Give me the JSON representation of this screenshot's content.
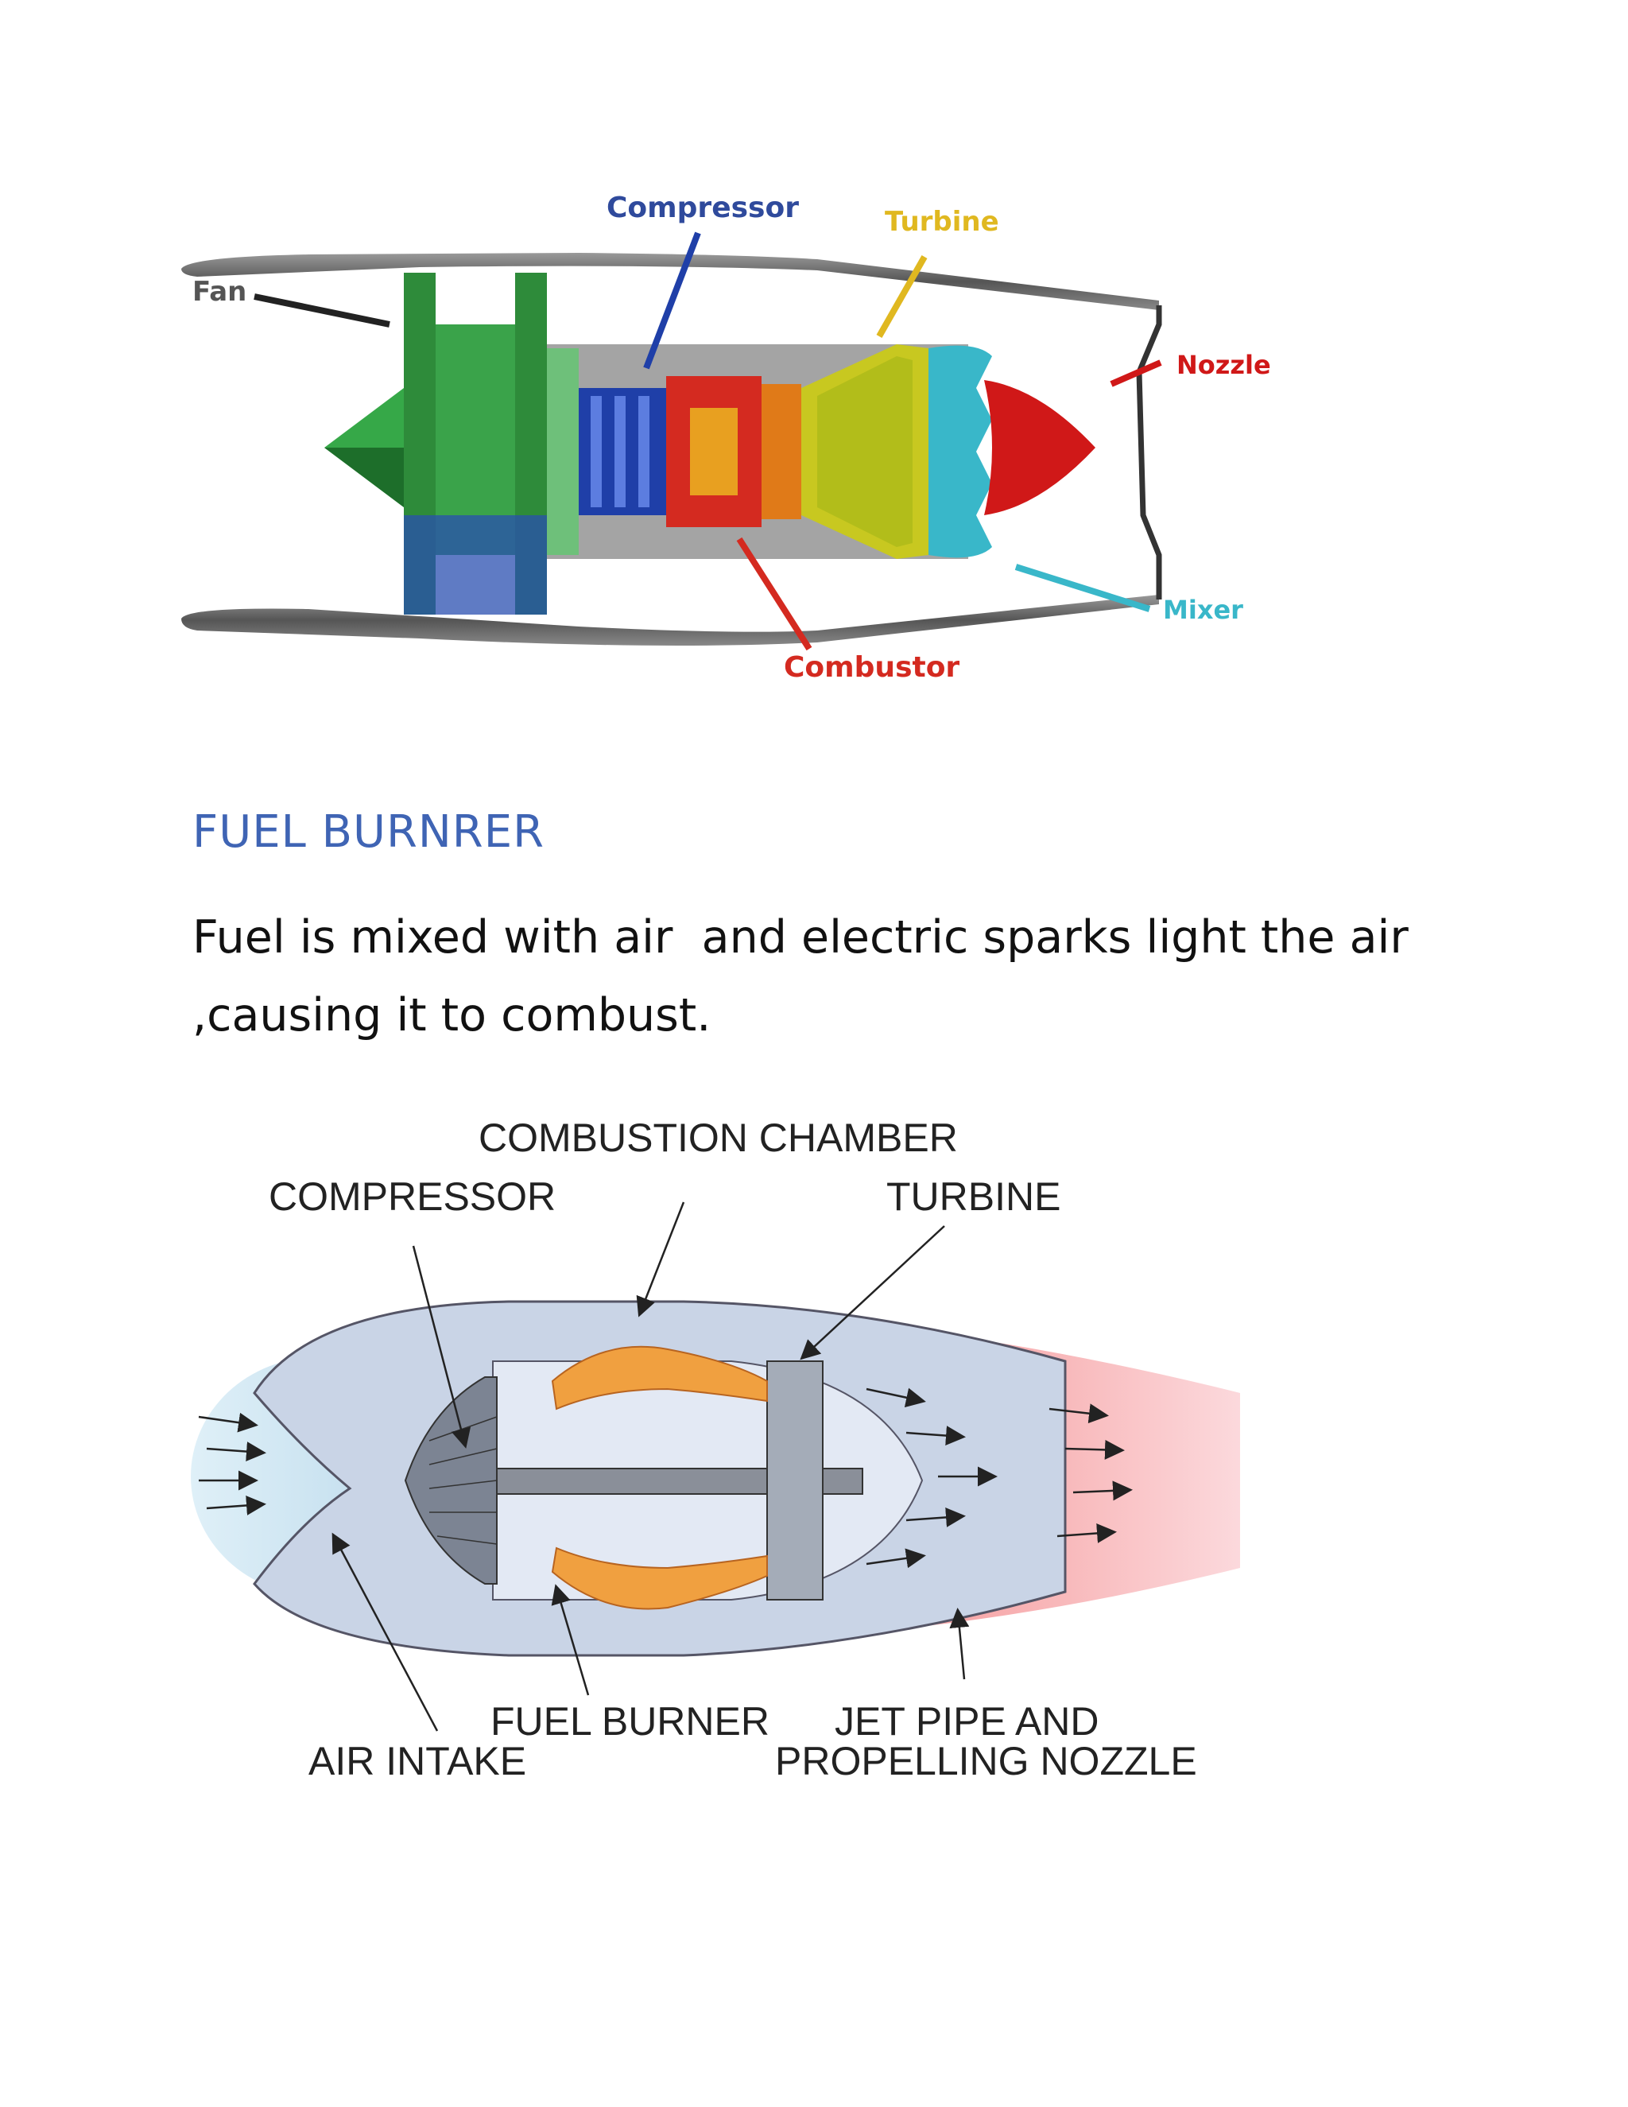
{
  "diagram1": {
    "labels": {
      "fan": "Fan",
      "compressor": "Compressor",
      "turbine": "Turbine",
      "nozzle": "Nozzle",
      "mixer": "Mixer",
      "combustor": "Combustor"
    },
    "colors": {
      "fan": "#2e8b3a",
      "compressor": "#1f3fa8",
      "combustor": "#d42a20",
      "turbine": "#c8c820",
      "mixer": "#39b7c9",
      "nozzle": "#d01818",
      "casing": "#555555"
    }
  },
  "heading": "FUEL BURNRER",
  "body": {
    "line1": "Fuel is mixed with air  and electric sparks light the air",
    "line2": ",causing it to combust."
  },
  "diagram2": {
    "labels": {
      "combustion_chamber": "COMBUSTION CHAMBER",
      "compressor": "COMPRESSOR",
      "turbine": "TURBINE",
      "fuel_burner": "FUEL BURNER",
      "air_intake": "AIR INTAKE",
      "jet_pipe_1": "JET PIPE AND",
      "jet_pipe_2": "PROPELLING NOZZLE"
    },
    "colors": {
      "intake_air": "#b9dcee",
      "exhaust": "#f4a8a8",
      "flame": "#f0a040",
      "casing": "#c9d4e6"
    }
  }
}
